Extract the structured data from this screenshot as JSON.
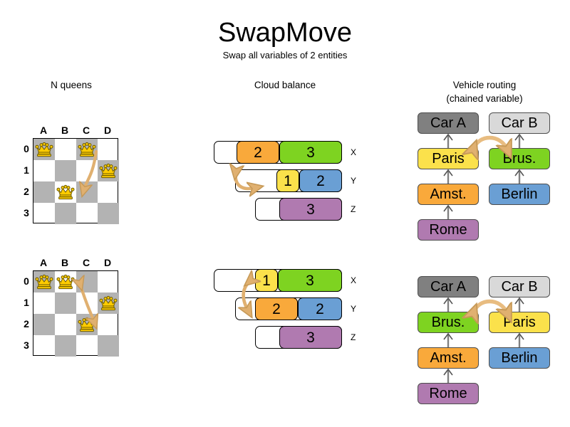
{
  "header": {
    "title": "SwapMove",
    "subtitle": "Swap all variables of 2 entities"
  },
  "columns": [
    {
      "key": "nqueens",
      "heading": "N queens"
    },
    {
      "key": "cloudbalance",
      "heading": "Cloud balance"
    },
    {
      "key": "vehiclerouting",
      "heading_line1": "Vehicle routing",
      "heading_line2": "(chained variable)"
    }
  ],
  "colors": {
    "board_dark": "#b3b3b3",
    "board_light": "#ffffff",
    "queen_gold": "#ffcc00",
    "arrow": "#e0b070",
    "orange": "#f9a93b",
    "green": "#7ed321",
    "yellow": "#fbe14b",
    "blue": "#6a9fd4",
    "purple": "#b07ab0",
    "car_a_gray": "#808080",
    "car_b_gray": "#d9d9d9",
    "node_stroke": "#4d4d4d",
    "link_gray": "#808080"
  },
  "nqueens": {
    "heading": "N queens",
    "files": [
      "A",
      "B",
      "C",
      "D"
    ],
    "ranks": [
      "0",
      "1",
      "2",
      "3"
    ],
    "boards": [
      {
        "name": "before",
        "queens": [
          {
            "file": "A",
            "rank": "0"
          },
          {
            "file": "C",
            "rank": "0"
          },
          {
            "file": "D",
            "rank": "1"
          },
          {
            "file": "B",
            "rank": "2"
          }
        ],
        "swap_arrow": {
          "from": "C0",
          "to": "B2",
          "direction": "single"
        }
      },
      {
        "name": "after",
        "queens": [
          {
            "file": "A",
            "rank": "0"
          },
          {
            "file": "B",
            "rank": "0"
          },
          {
            "file": "D",
            "rank": "1"
          },
          {
            "file": "C",
            "rank": "2"
          }
        ],
        "swap_arrow": {
          "from": "B0",
          "to": "C2",
          "direction": "double"
        }
      }
    ]
  },
  "cloudbalance": {
    "heading": "Cloud balance",
    "panels": [
      {
        "name": "before",
        "rows": [
          {
            "label": "X",
            "indent": 0,
            "track_width": 180,
            "segments": [
              {
                "value": "2",
                "color": "#f9a93b",
                "offset": 32,
                "width": 60
              },
              {
                "value": "3",
                "color": "#7ed321",
                "offset": 92,
                "width": 88
              }
            ]
          },
          {
            "label": "Y",
            "indent": 30,
            "track_width": 150,
            "segments": [
              {
                "value": "1",
                "color": "#fbe14b",
                "offset": 58,
                "width": 32
              },
              {
                "value": "2",
                "color": "#6a9fd4",
                "offset": 90,
                "width": 60
              }
            ]
          },
          {
            "label": "Z",
            "indent": 58,
            "track_width": 122,
            "segments": [
              {
                "value": "3",
                "color": "#b07ab0",
                "offset": 34,
                "width": 88
              }
            ]
          }
        ],
        "swap_arrow": {
          "direction": "cycle"
        }
      },
      {
        "name": "after",
        "rows": [
          {
            "label": "X",
            "indent": 0,
            "track_width": 180,
            "segments": [
              {
                "value": "1",
                "color": "#fbe14b",
                "offset": 58,
                "width": 32
              },
              {
                "value": "3",
                "color": "#7ed321",
                "offset": 90,
                "width": 90
              }
            ]
          },
          {
            "label": "Y",
            "indent": 30,
            "track_width": 150,
            "segments": [
              {
                "value": "2",
                "color": "#f9a93b",
                "offset": 28,
                "width": 60
              },
              {
                "value": "2",
                "color": "#6a9fd4",
                "offset": 88,
                "width": 62
              }
            ]
          },
          {
            "label": "Z",
            "indent": 58,
            "track_width": 122,
            "segments": [
              {
                "value": "3",
                "color": "#b07ab0",
                "offset": 34,
                "width": 88
              }
            ]
          }
        ],
        "swap_arrow": {
          "direction": "double"
        }
      }
    ]
  },
  "vehiclerouting": {
    "heading_line1": "Vehicle routing",
    "heading_line2": "(chained variable)",
    "panels": [
      {
        "name": "before",
        "chains": [
          {
            "vehicle": "Car A",
            "vehicle_color": "#808080",
            "stops": [
              {
                "label": "Paris",
                "color": "#fbe14b"
              },
              {
                "label": "Amst.",
                "color": "#f9a93b"
              },
              {
                "label": "Rome",
                "color": "#b07ab0"
              }
            ]
          },
          {
            "vehicle": "Car B",
            "vehicle_color": "#d9d9d9",
            "stops": [
              {
                "label": "Brus.",
                "color": "#7ed321"
              },
              {
                "label": "Berlin",
                "color": "#6a9fd4"
              }
            ]
          }
        ],
        "swap_arrow": {
          "from": "Paris",
          "to": "Brus.",
          "direction": "double"
        }
      },
      {
        "name": "after",
        "chains": [
          {
            "vehicle": "Car A",
            "vehicle_color": "#808080",
            "stops": [
              {
                "label": "Brus.",
                "color": "#7ed321"
              },
              {
                "label": "Amst.",
                "color": "#f9a93b"
              },
              {
                "label": "Rome",
                "color": "#b07ab0"
              }
            ]
          },
          {
            "vehicle": "Car B",
            "vehicle_color": "#d9d9d9",
            "stops": [
              {
                "label": "Paris",
                "color": "#fbe14b"
              },
              {
                "label": "Berlin",
                "color": "#6a9fd4"
              }
            ]
          }
        ],
        "swap_arrow": {
          "from": "Brus.",
          "to": "Paris",
          "direction": "double"
        }
      }
    ]
  }
}
